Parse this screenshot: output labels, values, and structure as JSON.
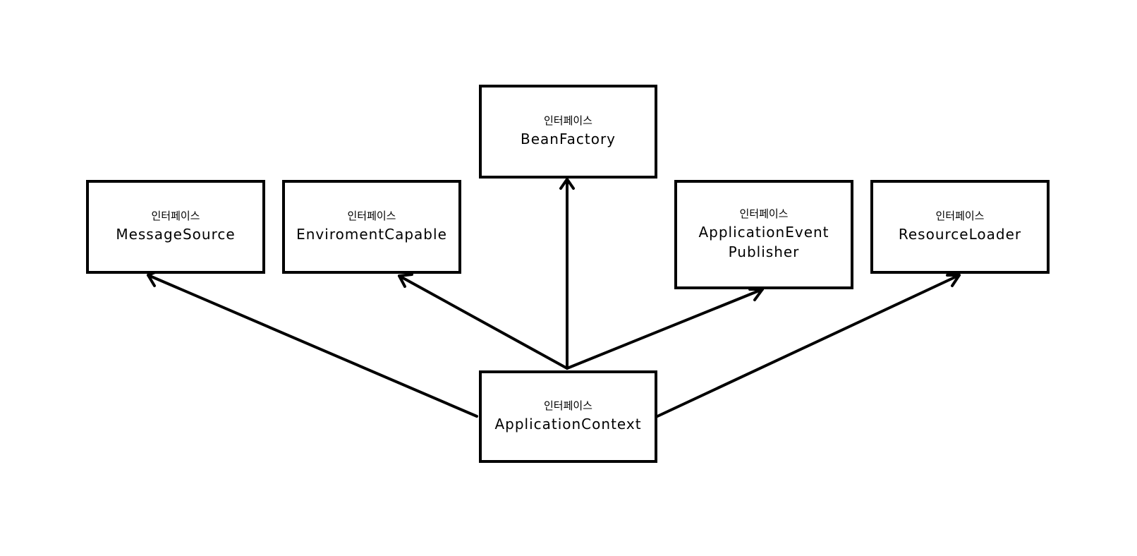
{
  "diagram": {
    "nodes": [
      {
        "id": "application-context",
        "kind": "인터페이스",
        "name": "ApplicationContext"
      },
      {
        "id": "message-source",
        "kind": "인터페이스",
        "name": "MessageSource"
      },
      {
        "id": "enviroment-capable",
        "kind": "인터페이스",
        "name": "EnviromentCapable"
      },
      {
        "id": "bean-factory",
        "kind": "인터페이스",
        "name": "BeanFactory"
      },
      {
        "id": "application-event-publisher",
        "kind": "인터페이스",
        "name": "ApplicationEvent\nPublisher"
      },
      {
        "id": "resource-loader",
        "kind": "인터페이스",
        "name": "ResourceLoader"
      }
    ],
    "edges": [
      {
        "from": "application-context",
        "to": "message-source"
      },
      {
        "from": "application-context",
        "to": "enviroment-capable"
      },
      {
        "from": "application-context",
        "to": "bean-factory"
      },
      {
        "from": "application-context",
        "to": "application-event-publisher"
      },
      {
        "from": "application-context",
        "to": "resource-loader"
      }
    ],
    "colors": {
      "stroke": "#000000",
      "box_fill": "#ffffff",
      "background": "#ffffff"
    }
  }
}
